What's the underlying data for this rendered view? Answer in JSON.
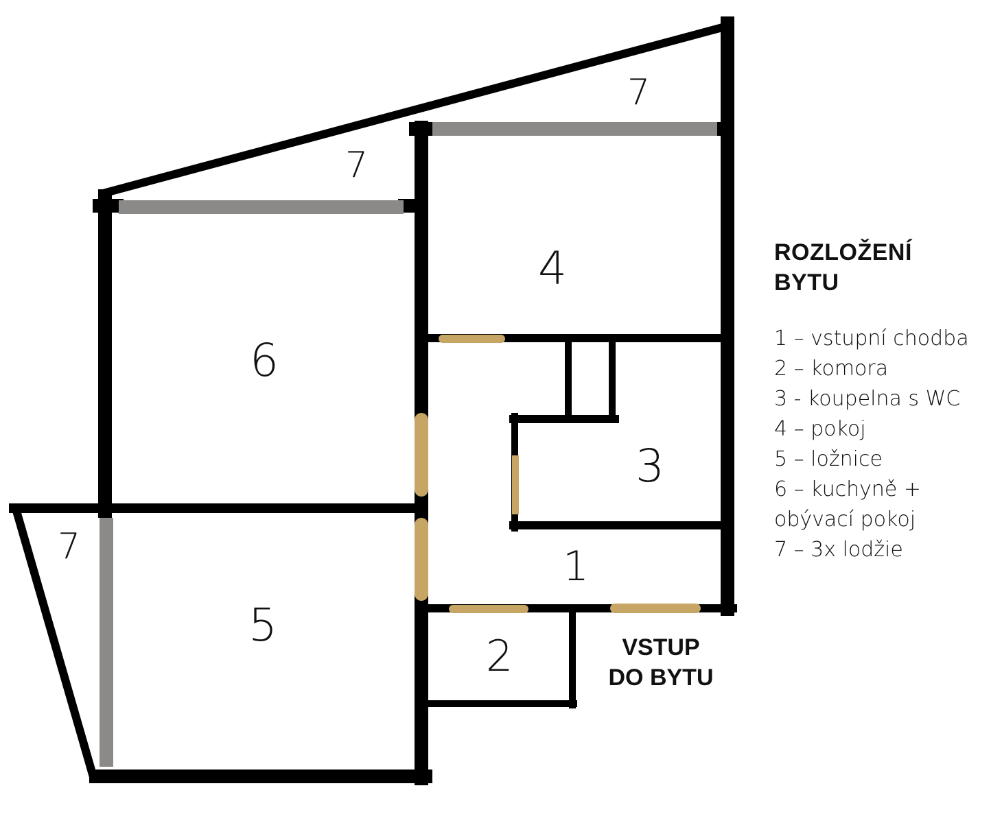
{
  "colors": {
    "wall": "#000000",
    "window": "#8c8a88",
    "door": "#c7a565",
    "background": "#ffffff"
  },
  "rooms": [
    {
      "id": "1",
      "label": "1"
    },
    {
      "id": "2",
      "label": "2"
    },
    {
      "id": "3",
      "label": "3"
    },
    {
      "id": "4",
      "label": "4"
    },
    {
      "id": "5",
      "label": "5"
    },
    {
      "id": "6",
      "label": "6"
    },
    {
      "id": "7a",
      "label": "7"
    },
    {
      "id": "7b",
      "label": "7"
    },
    {
      "id": "7c",
      "label": "7"
    }
  ],
  "entrance": {
    "line1": "VSTUP",
    "line2": "DO BYTU"
  },
  "legend": {
    "title_line1": "ROZLOŽENÍ",
    "title_line2": "BYTU",
    "items": [
      "1 – vstupní chodba",
      "2 – komora",
      "3 - koupelna s WC",
      "4 – pokoj",
      "5 – ložnice",
      "6 – kuchyně +",
      "obývací pokoj",
      "7 – 3x lodžie"
    ]
  }
}
